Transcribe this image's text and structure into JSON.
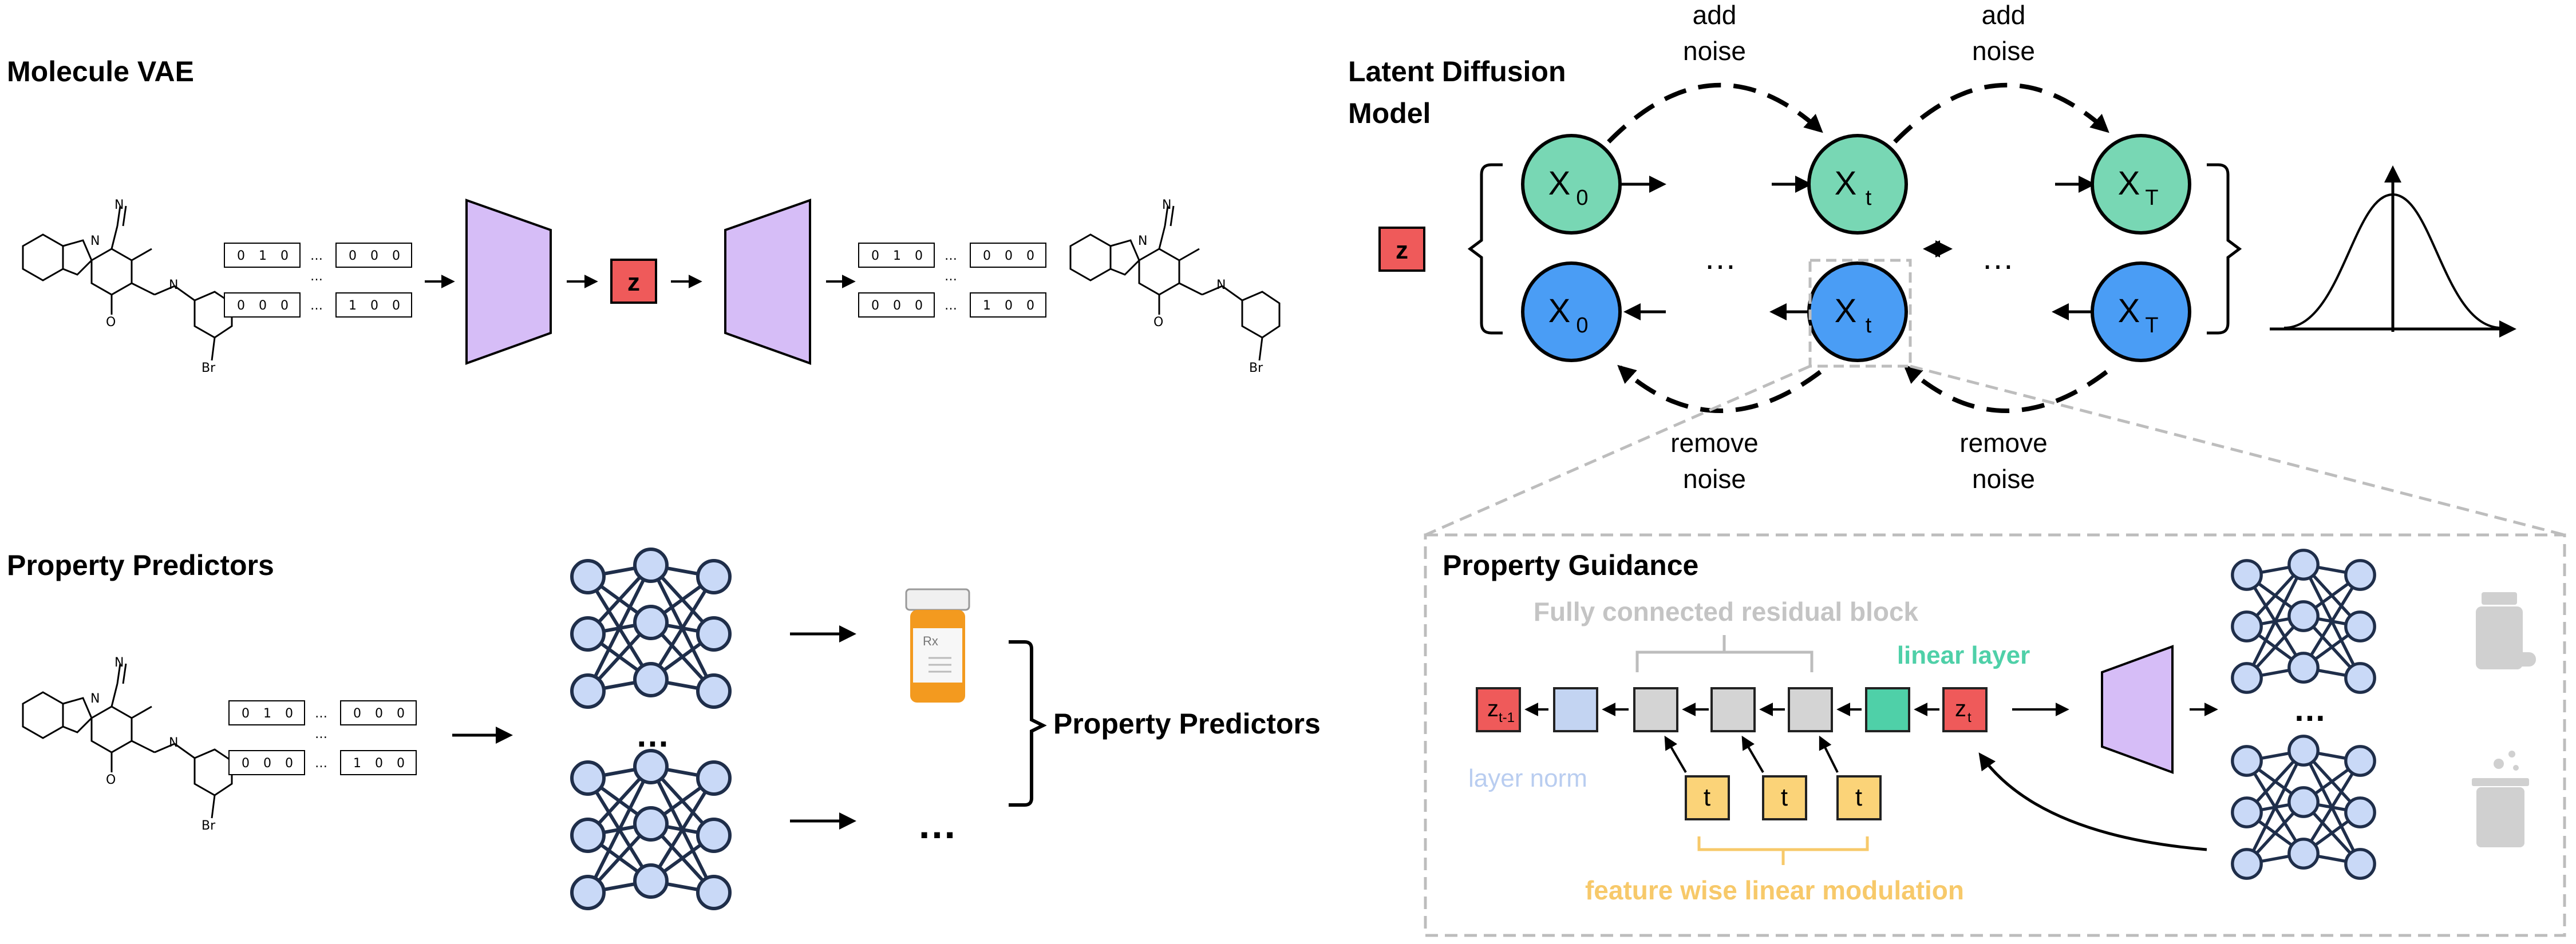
{
  "colors": {
    "encoder_purple": "#d6bdf7",
    "latent_red": "#ef5a5a",
    "forward_green": "#78d7b4",
    "reverse_blue": "#4a9df5",
    "neuron_blue": "#c9d9f7",
    "ln_blue": "#c3d4f2",
    "fc_gray": "#d4d4d4",
    "linear_teal": "#4fd0a8",
    "film_yellow": "#fbd378",
    "pill_orange": "#f39a1f",
    "guide_gray": "#bdbdbd"
  },
  "vae": {
    "title": "Molecule VAE",
    "latent_label": "z",
    "onehot_row1": [
      "0",
      "1",
      "0",
      "0",
      "0",
      "0"
    ],
    "onehot_row2": [
      "0",
      "0",
      "0",
      "1",
      "0",
      "0"
    ],
    "ellipsis": "…",
    "mid_dots": "…"
  },
  "molecule": {
    "bromine": "Br",
    "nitrogen": "N",
    "oxygen": "O"
  },
  "diffusion": {
    "title_line1": "Latent Diffusion",
    "title_line2": "Model",
    "add_noise_1": "add",
    "add_noise_2": "noise",
    "remove_noise_1": "remove",
    "remove_noise_2": "noise",
    "latent_label": "z",
    "x0": "X",
    "x0_sub": "0",
    "xt": "X",
    "xt_sub": "t",
    "xT": "X",
    "xT_sub": "T",
    "dots": "…"
  },
  "predictors": {
    "title": "Property Predictors",
    "group_label": "Property Predictors",
    "dots_mid": "…",
    "dots_bottom": "…",
    "pill_label": "Rx"
  },
  "guidance": {
    "title": "Property Guidance",
    "fc_block_label": "Fully connected residual block",
    "linear_layer_label": "linear layer",
    "layer_norm_label": "layer norm",
    "film_label": "feature wise linear modulation",
    "z_prev": "z",
    "z_prev_sub": "t-1",
    "z_cur": "z",
    "z_cur_sub": "t",
    "t_label": "t",
    "dots": "…"
  }
}
